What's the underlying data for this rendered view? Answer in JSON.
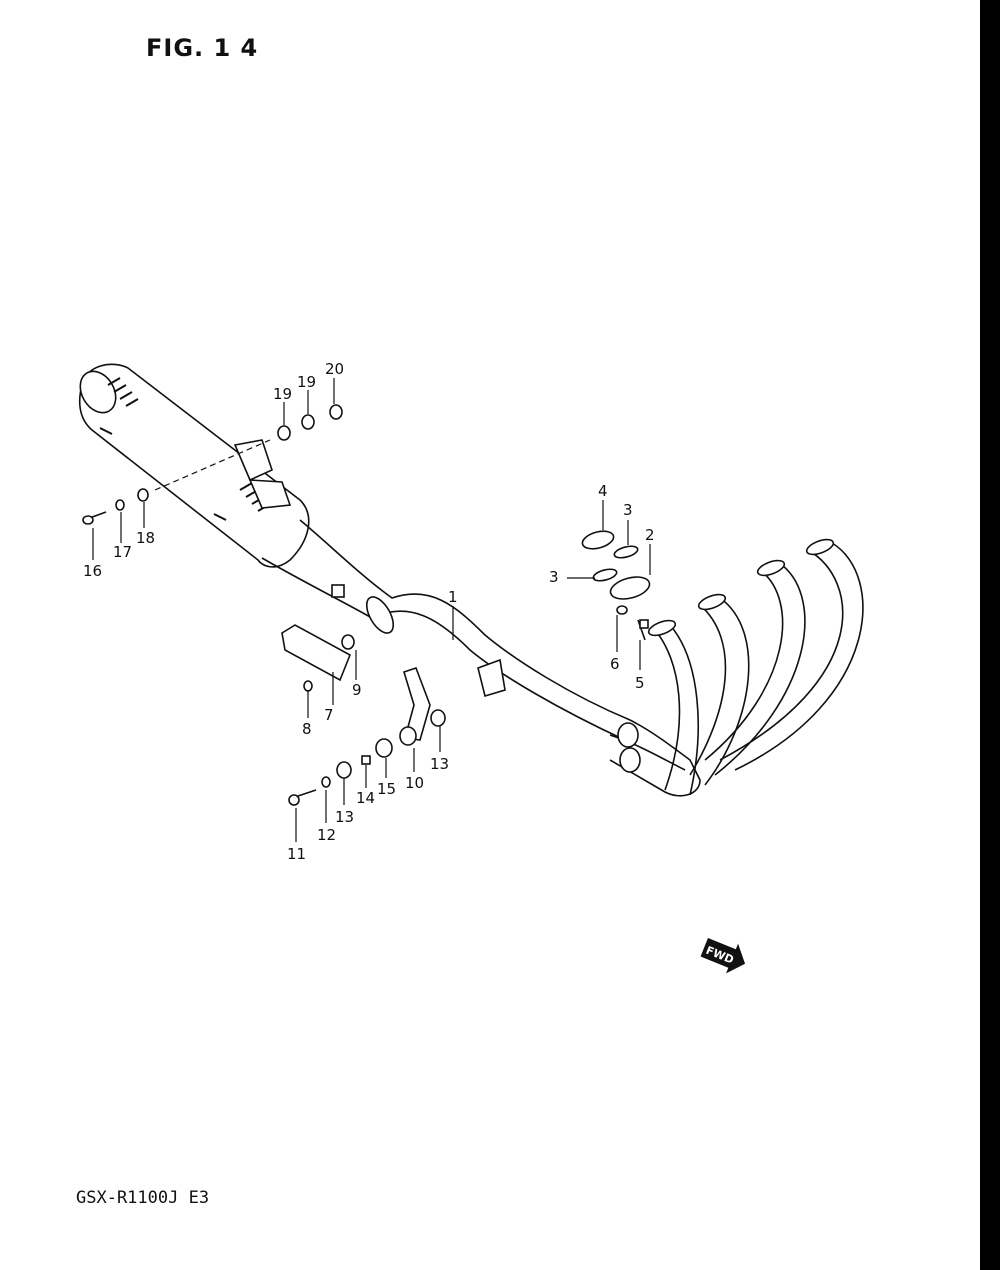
{
  "figure": {
    "title": "FIG. 1 4"
  },
  "footer": {
    "model": "GSX-R1100J  E3"
  },
  "fwd_badge": {
    "label": "FWD"
  },
  "callouts": {
    "c1": "1",
    "c2": "2",
    "c3a": "3",
    "c3b": "3",
    "c4": "4",
    "c5": "5",
    "c6": "6",
    "c7": "7",
    "c8": "8",
    "c9": "9",
    "c10": "10",
    "c11": "11",
    "c12": "12",
    "c13a": "13",
    "c13b": "13",
    "c14": "14",
    "c15": "15",
    "c16": "16",
    "c17": "17",
    "c18": "18",
    "c19a": "19",
    "c19b": "19",
    "c20": "20"
  },
  "icons": {
    "fwd": "fwd-arrow-icon"
  }
}
